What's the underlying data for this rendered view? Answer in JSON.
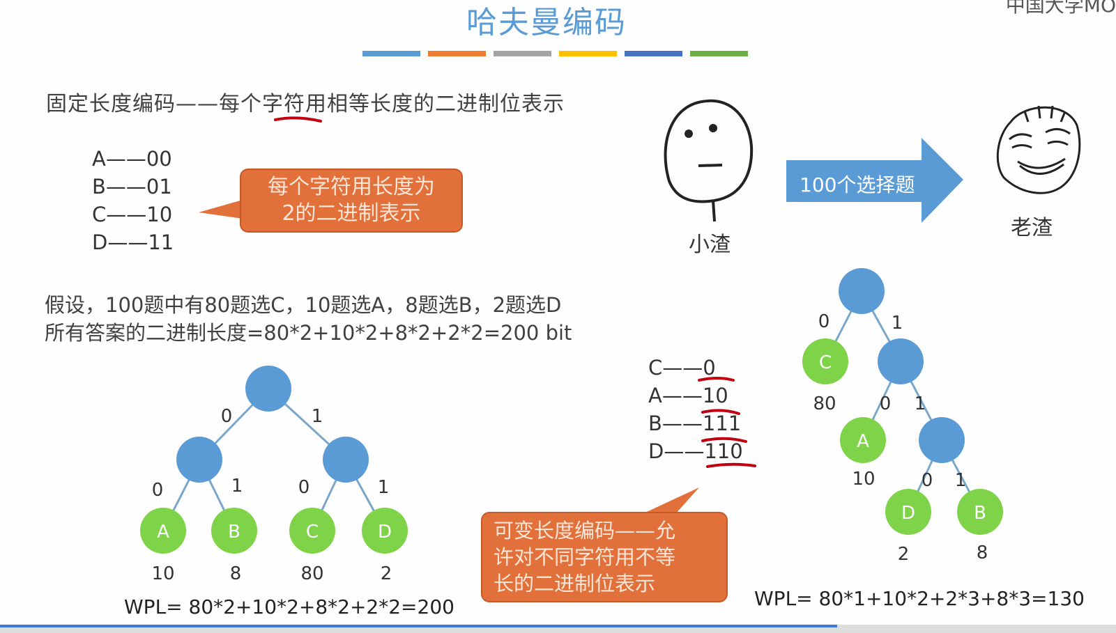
{
  "title": "哈夫曼编码",
  "color_bars": [
    "#5b9bd5",
    "#ed7d31",
    "#a5a5a5",
    "#ffc000",
    "#4472c4",
    "#70ad47"
  ],
  "logo_text": "中国大学MO",
  "fixed": {
    "heading": "固定长度编码——每个字符用相等长度的二进制位表示",
    "codes": [
      "A——00",
      "B——01",
      "C——10",
      "D——11"
    ],
    "callout_line1": "每个字符用长度为",
    "callout_line2": "2的二进制表示"
  },
  "assume": {
    "line1": "假设，100题中有80题选C，10题选A，8题选B，2题选D",
    "line2": "所有答案的二进制长度=80*2+10*2+8*2+2*2=200 bit"
  },
  "left_tree": {
    "edges": [
      "0",
      "1",
      "0",
      "1",
      "0",
      "1"
    ],
    "leaves": [
      "A",
      "B",
      "C",
      "D"
    ],
    "weights": [
      "10",
      "8",
      "80",
      "2"
    ],
    "wpl": "WPL= 80*2+10*2+8*2+2*2=200"
  },
  "comic": {
    "left_label": "小渣",
    "arrow_text": "100个选择题",
    "right_label": "老渣"
  },
  "variable": {
    "codes": [
      "C——0",
      "A——10",
      "B——111",
      "D——110"
    ],
    "callout_line1": "可变长度编码——允",
    "callout_line2": "许对不同字符用不等",
    "callout_line3": "长的二进制位表示"
  },
  "right_tree": {
    "edges": [
      "0",
      "1",
      "0",
      "1",
      "0",
      "1"
    ],
    "leaves": [
      "C",
      "A",
      "D",
      "B"
    ],
    "weights": [
      "80",
      "10",
      "2",
      "8"
    ],
    "wpl": "WPL= 80*1+10*2+2*3+8*3=130"
  },
  "colors": {
    "internal_node": "#5b9bd5",
    "leaf_node": "#7ed348",
    "callout": "#e2703a",
    "arrow": "#5b9bd5",
    "annotation_red": "#c0000f"
  },
  "progress": 0.75
}
